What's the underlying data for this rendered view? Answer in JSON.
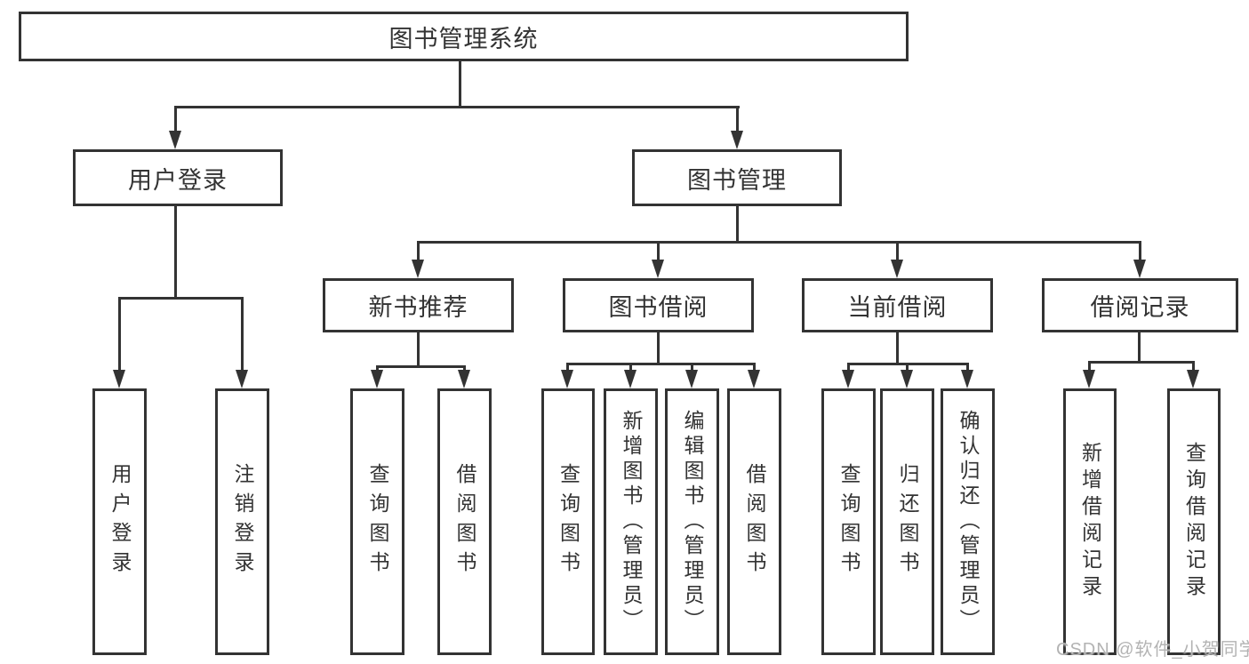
{
  "diagram": {
    "root": {
      "label": "图书管理系统"
    },
    "branches": [
      {
        "label": "用户登录",
        "children": [
          {
            "label": "用户登录"
          },
          {
            "label": "注销登录"
          }
        ]
      },
      {
        "label": "图书管理",
        "children": [
          {
            "label": "新书推荐",
            "children": [
              {
                "label": "查询图书"
              },
              {
                "label": "借阅图书"
              }
            ]
          },
          {
            "label": "图书借阅",
            "children": [
              {
                "label": "查询图书"
              },
              {
                "label": "新增图书（管理员）"
              },
              {
                "label": "编辑图书（管理员）"
              },
              {
                "label": "借阅图书"
              }
            ]
          },
          {
            "label": "当前借阅",
            "children": [
              {
                "label": "查询图书"
              },
              {
                "label": "归还图书"
              },
              {
                "label": "确认归还（管理员）"
              }
            ]
          },
          {
            "label": "借阅记录",
            "children": [
              {
                "label": "新增借阅记录"
              },
              {
                "label": "查询借阅记录"
              }
            ]
          }
        ]
      }
    ]
  },
  "watermark": {
    "text": "CSDN @软件_小贺同学"
  },
  "colors": {
    "line": "#333333",
    "box_background": "#ffffff",
    "page_background": "#ffffff",
    "watermark_text": "#b3b3b3"
  }
}
